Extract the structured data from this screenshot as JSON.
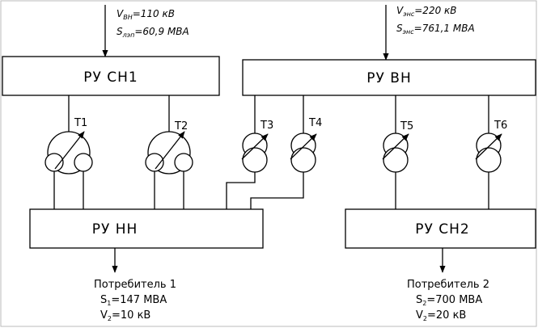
{
  "input_left": {
    "voltage_label": "V",
    "voltage_sub": "ВН",
    "voltage_value": "=110 кВ",
    "power_label": "S",
    "power_sub": "лэп",
    "power_value": "=60,9 МВА"
  },
  "input_right": {
    "voltage_label": "V",
    "voltage_sub": "энс",
    "voltage_value": "=220 кВ",
    "power_label": "S",
    "power_sub": "энс",
    "power_value": "=761,1 МВА"
  },
  "boxes": {
    "ru_sn1": "РУ СН1",
    "ru_vn": "РУ ВН",
    "ru_nn": "РУ НН",
    "ru_sn2": "РУ СН2"
  },
  "transformers": [
    "T1",
    "T2",
    "T3",
    "T4",
    "T5",
    "T6"
  ],
  "consumer1": {
    "title": "Потребитель 1",
    "s_label": "S",
    "s_sub": "1",
    "s_value": "=147 МВА",
    "v_label": "V",
    "v_sub": "2",
    "v_value": "=10 кВ"
  },
  "consumer2": {
    "title": "Потребитель 2",
    "s_label": "S",
    "s_sub": "2",
    "s_value": "=700 МВА",
    "v_label": "V",
    "v_sub": "2",
    "v_value": "=20 кВ"
  }
}
